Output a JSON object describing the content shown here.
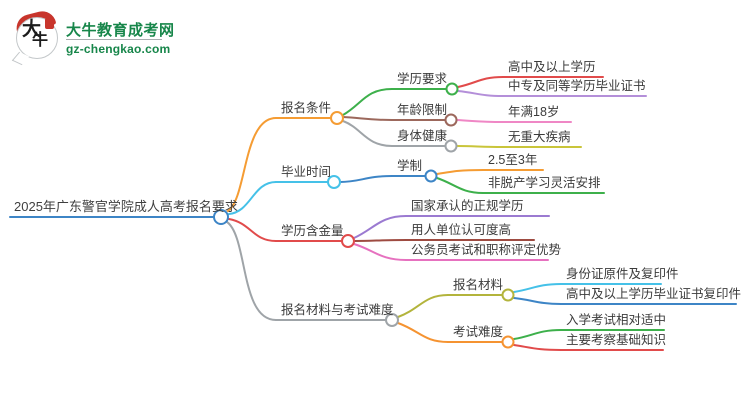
{
  "logo": {
    "icon_char_top": "大",
    "icon_char_bottom": "牛",
    "site_name": "大牛教育成考网",
    "site_url": "gz-chengkao.com",
    "brand_color": "#17864a",
    "seal_color": "#c8352c"
  },
  "mindmap": {
    "root": {
      "label": "2025年广东警官学院成人高考报名要求",
      "color": "#3d85c6"
    },
    "branches": [
      {
        "label": "报名条件",
        "color": "#f59c33",
        "children": [
          {
            "label": "学历要求",
            "color": "#3db04b",
            "children": [
              {
                "label": "高中及以上学历",
                "color": "#e14b4b"
              },
              {
                "label": "中专及同等学历毕业证书",
                "color": "#b48fd9"
              }
            ]
          },
          {
            "label": "年龄限制",
            "color": "#9c685c",
            "children": [
              {
                "label": "年满18岁",
                "color": "#ef87c5"
              }
            ]
          },
          {
            "label": "身体健康",
            "color": "#9fa4a8",
            "children": [
              {
                "label": "无重大疾病",
                "color": "#c9c53a"
              }
            ]
          }
        ]
      },
      {
        "label": "毕业时间",
        "color": "#45c1e8",
        "children": [
          {
            "label": "学制",
            "color": "#3d85c6",
            "children": [
              {
                "label": "2.5至3年",
                "color": "#f59c33"
              },
              {
                "label": "非脱产学习灵活安排",
                "color": "#3db04b"
              }
            ]
          }
        ]
      },
      {
        "label": "学历含金量",
        "color": "#e14b4b",
        "children": [
          {
            "label": "国家承认的正规学历",
            "color": "#9b7ad1"
          },
          {
            "label": "用人单位认可度高",
            "color": "#9e4b41"
          },
          {
            "label": "公务员考试和职称评定优势",
            "color": "#e671bf"
          }
        ]
      },
      {
        "label": "报名材料与考试难度",
        "color": "#9fa4a8",
        "children": [
          {
            "label": "报名材料",
            "color": "#b3b43c",
            "children": [
              {
                "label": "身份证原件及复印件",
                "color": "#45c1e8"
              },
              {
                "label": "高中及以上学历毕业证书复印件",
                "color": "#3d85c6"
              }
            ]
          },
          {
            "label": "考试难度",
            "color": "#f59331",
            "children": [
              {
                "label": "入学考试相对适中",
                "color": "#3db04b"
              },
              {
                "label": "主要考察基础知识",
                "color": "#e14b4b"
              }
            ]
          }
        ]
      }
    ]
  }
}
